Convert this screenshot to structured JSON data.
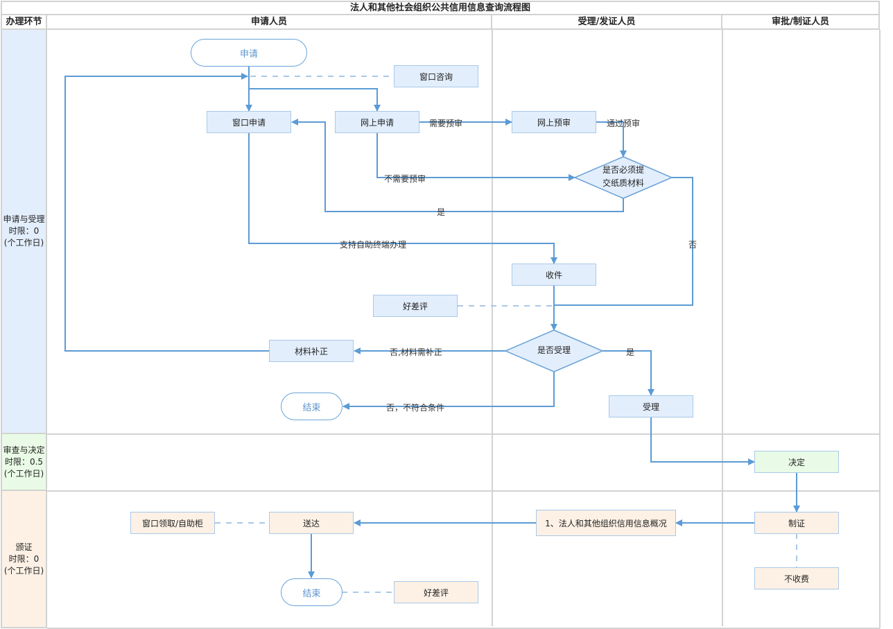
{
  "title": "法人和其他社会组织公共信用信息查询流程图",
  "headers": {
    "stage": "办理环节",
    "lane1": "申请人员",
    "lane2": "受理/发证人员",
    "lane3": "审批/制证人员"
  },
  "stages": [
    {
      "name": "申请与受理",
      "limit": "时限：0",
      "unit": "(个工作日)",
      "color": "#e3eefc"
    },
    {
      "name": "审查与决定",
      "limit": "时限：0.5",
      "unit": "(个工作日)",
      "color": "#e9fbe6"
    },
    {
      "name": "颁证",
      "limit": "时限：0",
      "unit": "(个工作日)",
      "color": "#fdf1e5"
    }
  ],
  "nodes": {
    "start": "申请",
    "window_consult": "窗口咨询",
    "window_apply": "窗口申请",
    "online_apply": "网上申请",
    "online_pre_review": "网上预审",
    "paper_required_line1": "是否必须提",
    "paper_required_line2": "交纸质材料",
    "receive": "收件",
    "rating1": "好差评",
    "accept_decision": "是否受理",
    "material_correction": "材料补正",
    "end1": "结束",
    "accept": "受理",
    "decide": "决定",
    "certify": "制证",
    "no_fee": "不收费",
    "credit_overview": "1、法人和其他组织信用信息概况",
    "deliver": "送达",
    "pickup": "窗口领取/自助柜",
    "end2": "结束",
    "rating2": "好差评"
  },
  "edge_labels": {
    "need_pre_review": "需要预审",
    "pass_pre_review": "通过预审",
    "no_pre_review": "不需要预审",
    "yes_paper": "是",
    "no_paper": "否",
    "self_service": "支持自助终端办理",
    "need_correction": "否,材料需补正",
    "not_eligible": "否，不符合条件",
    "yes_accept": "是"
  },
  "colors": {
    "line": "#5b9bd5",
    "dashed": "#a9c8e8",
    "grid": "#d2d2d2"
  }
}
